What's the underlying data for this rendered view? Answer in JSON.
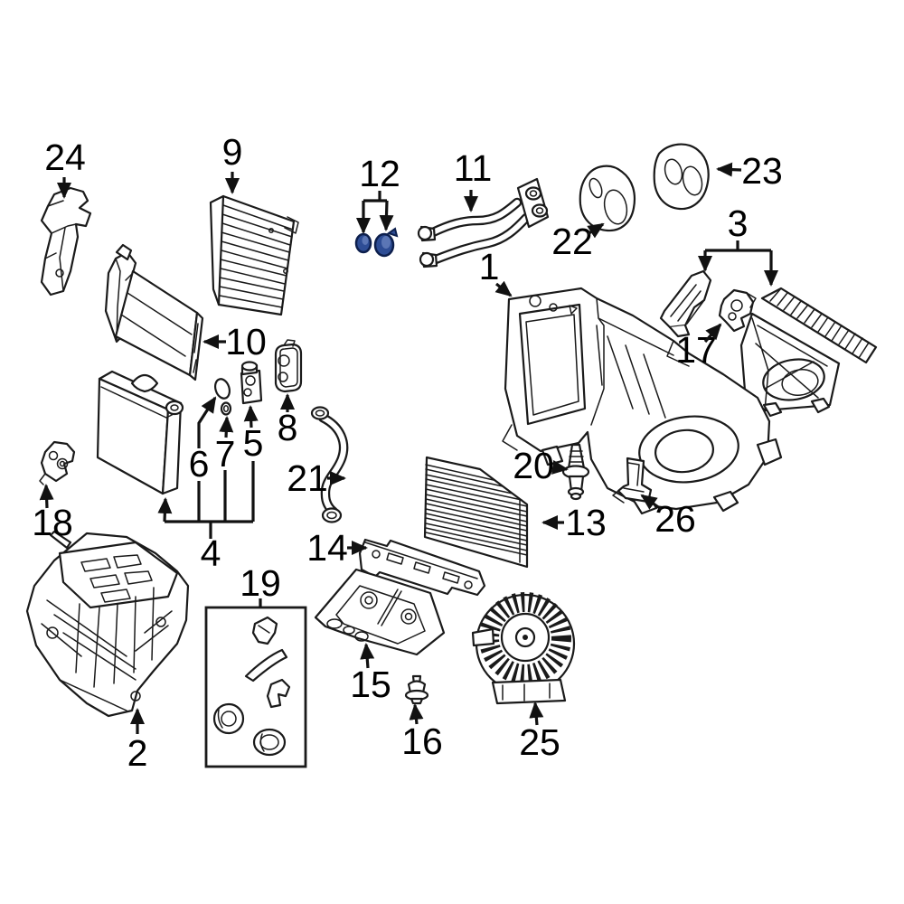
{
  "diagram": {
    "type": "exploded-parts-diagram",
    "style": {
      "background": "#ffffff",
      "line_color": "#1a1a1a",
      "accent_navy": "#2e4d95",
      "accent_navy_light": "#5b76b5"
    },
    "labels": [
      {
        "part": "1"
      },
      {
        "part": "2"
      },
      {
        "part": "3"
      },
      {
        "part": "4"
      },
      {
        "part": "5"
      },
      {
        "part": "6"
      },
      {
        "part": "7"
      },
      {
        "part": "8"
      },
      {
        "part": "9"
      },
      {
        "part": "10"
      },
      {
        "part": "11"
      },
      {
        "part": "12"
      },
      {
        "part": "13"
      },
      {
        "part": "14"
      },
      {
        "part": "15"
      },
      {
        "part": "16"
      },
      {
        "part": "17"
      },
      {
        "part": "18"
      },
      {
        "part": "19"
      },
      {
        "part": "20"
      },
      {
        "part": "21"
      },
      {
        "part": "22"
      },
      {
        "part": "23"
      },
      {
        "part": "24"
      },
      {
        "part": "25"
      },
      {
        "part": "26"
      }
    ]
  }
}
